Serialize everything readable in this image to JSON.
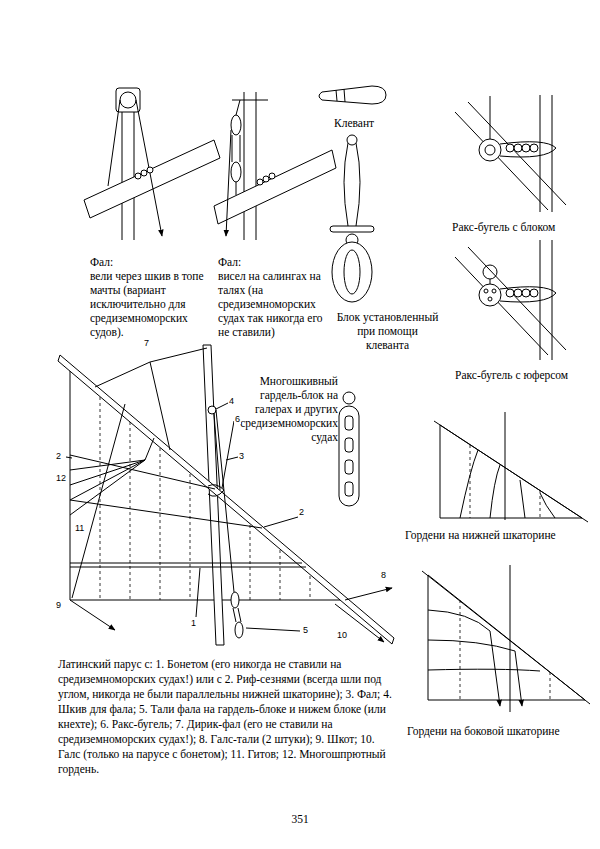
{
  "diagram": {
    "caption": "Латинский парус с: 1. Бонетом (его никогда не ставили на средиземноморских судах!) или с 2. Риф-сезнями (всегда шли под углом, никогда не были параллельны нижней шкаторине); 3. Фал; 4. Шкив для фала; 5. Тали фала на гардель-блоке и нижем блоке (или кнехте); 6. Ракс-бугель; 7. Дирик-фал (его не ставили на средиземноморских судах!); 8. Галс-тали (2 штуки); 9. Шкот; 10. Галс (только на парусе с бонетом); 11. Гитов; 12. Многошпрютный гордень.",
    "labels": [
      "Фал:",
      "вели через шкив в топе мачты (вариант исключительно для средиземноморских судов).",
      "Фал:",
      "висел на салингах на талях (на средиземноморских судах так никогда его не ставили)",
      "Клевант",
      "Блок установленный при помощи клеванта",
      "Ракс-бугель с блоком",
      "Ракс-бугель с юферсом",
      "Многошкивный гардель-блок на галерах и других средиземноморских судах",
      "Гордени на нижней шкаторине",
      "Гордени на боковой шкаторине",
      "7",
      "2",
      "4",
      "6",
      "3",
      "12",
      "11",
      "2",
      "8",
      "5",
      "1",
      "9",
      "10",
      "351"
    ]
  }
}
